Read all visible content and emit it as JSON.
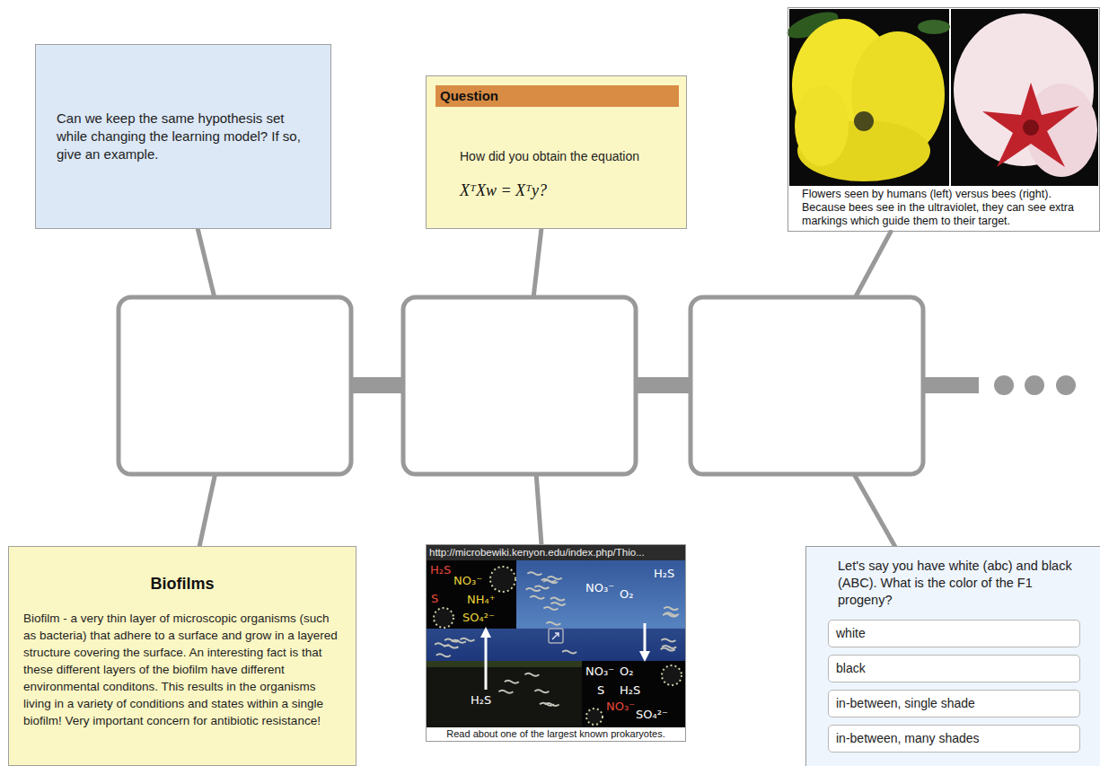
{
  "diagram": {
    "nodes": [
      {
        "text": [
          "Can we keep the same hypothesis set while changing the learning model? If so, give an example."
        ]
      },
      {
        "text": [
          "Question",
          "How did you obtain the equation",
          "XᵀXw = Xᵀy?"
        ]
      },
      {
        "text": [
          "Flowers seen by humans (left) versus bees (right). Because bees see in the ultraviolet, they can see extra markings which guide them to their target."
        ]
      },
      {
        "text": [
          "Biofilms",
          "Biofilm - a very thin layer of microscopic organisms (such as bacteria) that adhere to a surface and grow in a layered structure covering the surface. An interesting fact is that these different layers of the biofilm have different environmental conditons. This results in the organisms living in a variety of conditions and states within a single biofilm! Very important concern for antibiotic resistance!"
        ]
      },
      {
        "text": [
          "http://microbewiki.kenyon.edu/index.php/Thio...",
          "Read about one of the largest known prokaryotes."
        ]
      },
      {
        "text": [
          "Let's say you have white (abc) and black (ABC). What is the color of the F1 progeny?"
        ]
      },
      {
        "text": [
          "white"
        ],
        "in": 5
      },
      {
        "text": [
          "black"
        ],
        "in": 5
      },
      {
        "text": [
          "in-between, single shade"
        ],
        "in": 5
      },
      {
        "text": [
          "in-between, many shades"
        ],
        "in": 5
      }
    ],
    "labels": [
      "H₂S",
      "NO₃⁻",
      "S",
      "NH₄⁺",
      "SO₄²⁻",
      "NO₃⁻",
      "O₂",
      "H₂S",
      "H₂S",
      "NO₃⁻",
      "O₂",
      "S",
      "H₂S",
      "NO₃⁻",
      "SO₄²⁻"
    ]
  }
}
